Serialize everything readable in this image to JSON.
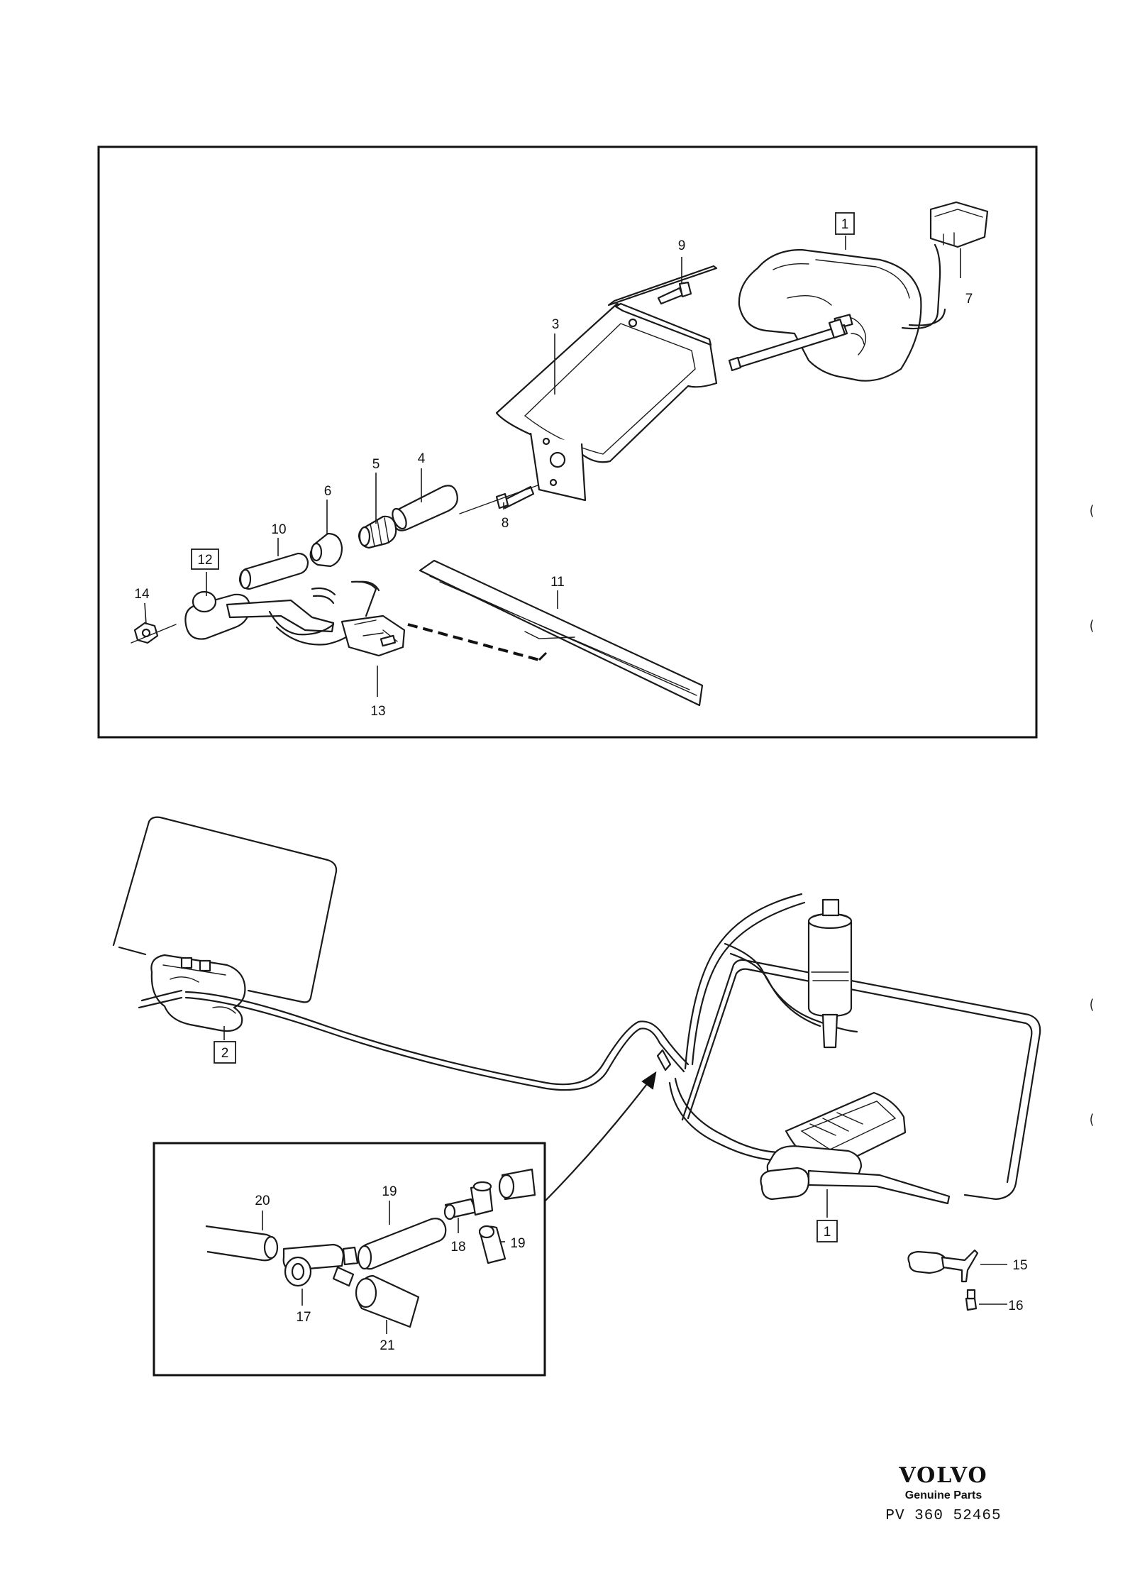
{
  "callouts": {
    "c1_top": "1",
    "c2": "2",
    "c3": "3",
    "c4": "4",
    "c5": "5",
    "c6": "6",
    "c7": "7",
    "c8": "8",
    "c9": "9",
    "c10": "10",
    "c11": "11",
    "c12": "12",
    "c13": "13",
    "c14": "14",
    "c1_bottom": "1",
    "c15": "15",
    "c16": "16",
    "c17": "17",
    "c18": "18",
    "c19a": "19",
    "c19b": "19",
    "c20": "20",
    "c21": "21"
  },
  "footer": {
    "brand": "VOLVO",
    "subtitle": "Genuine Parts",
    "code": "PV 360 52465"
  }
}
